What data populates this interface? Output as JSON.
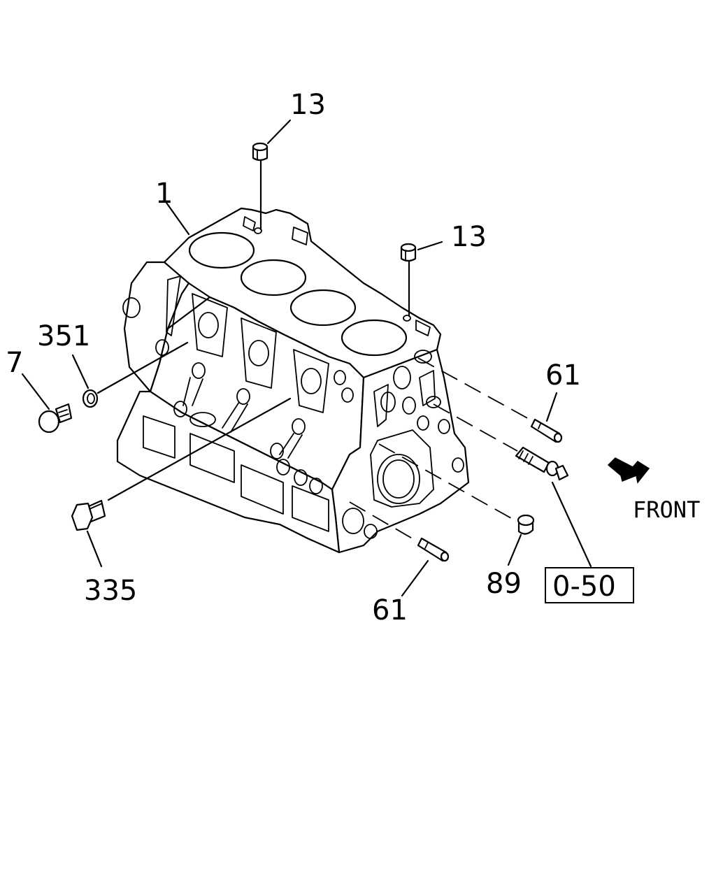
{
  "callouts": {
    "block": "1",
    "dowel_top": "13",
    "dowel_right": "13",
    "gasket": "351",
    "plug_small": "7",
    "plug_large": "335",
    "pin_right": "61",
    "pin_bottom": "61",
    "cap": "89",
    "reference": "0-50"
  },
  "direction": {
    "label": "FRONT",
    "arrow_icon": "front-arrow-icon"
  }
}
